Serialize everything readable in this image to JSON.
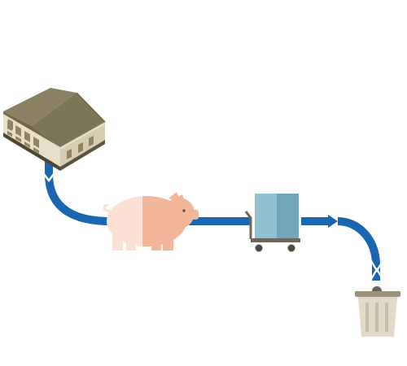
{
  "diagram": {
    "type": "process-flow",
    "steps": [
      {
        "id": "barn",
        "icon": "barn-icon"
      },
      {
        "id": "pig",
        "icon": "pig-icon"
      },
      {
        "id": "cart",
        "icon": "cart-icon"
      },
      {
        "id": "trash",
        "icon": "trash-can-icon"
      }
    ],
    "colors": {
      "flow": "#1a66b0",
      "roof_light": "#8a8163",
      "roof_dark": "#6f674d",
      "wall_light": "#e8dfc9",
      "wall_shade": "#d6ccb2",
      "barn_base": "#4f4632",
      "window": "#8f8464",
      "pig_left": "#fbe1d5",
      "pig_right": "#f2b79a",
      "box_left": "#92c2d1",
      "box_right": "#73a6b6",
      "cart_frame": "#6e6755",
      "trash_body": "#e2dac8",
      "trash_lid": "#9b927c",
      "trash_rib": "#c7bca5",
      "trash_handle": "#6b6353"
    }
  }
}
